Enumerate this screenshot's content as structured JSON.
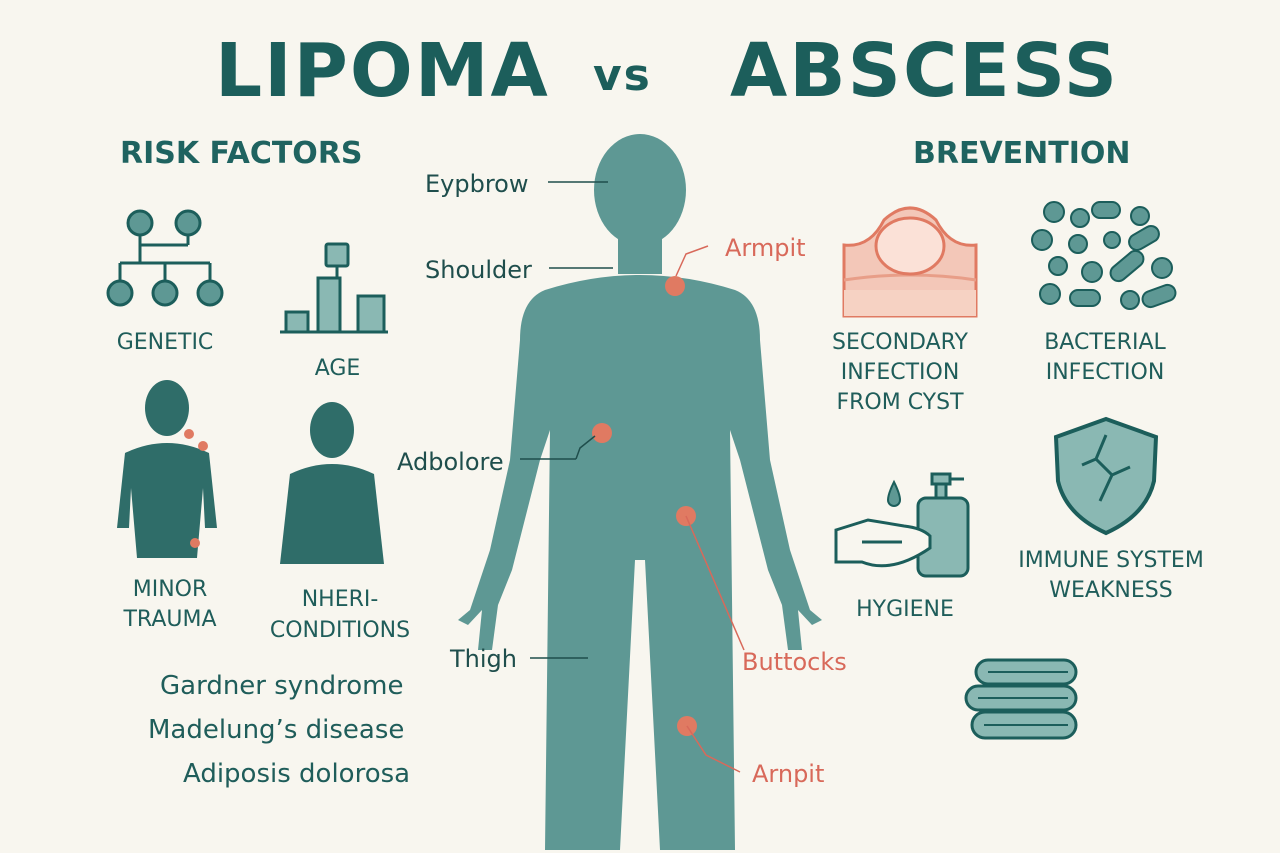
{
  "header": {
    "left": "LIPOMA",
    "vs": "vs",
    "right": "ABSCESS"
  },
  "risk_factors": {
    "title": "RISK FACTORS",
    "items": [
      "GENETIC",
      "AGE",
      "MINOR",
      "TRAUMA",
      "NHERI-",
      "CONDITIONS"
    ],
    "conditions": [
      "Gardner syndrome",
      "Madelung’s disease",
      "Adiposis dolorosa"
    ]
  },
  "body_labels": {
    "eyebrow": "Eypbrow",
    "shoulder": "Shoulder",
    "armpit_top": "Armpit",
    "abdolore": "Adbolore",
    "thigh": "Thigh",
    "buttocks": "Buttocks",
    "armpit_bottom": "Arnpit"
  },
  "prevention": {
    "title": "BREVENTION",
    "secondary": [
      "SECONDARY",
      "INFECTION",
      "FROM CYST"
    ],
    "bacterial": [
      "BACTERIAL",
      "INFECTION"
    ],
    "hygiene": "HYGIENE",
    "immune": [
      "IMMUNE SYSTEM",
      "WEAKNESS"
    ]
  },
  "colors": {
    "background": "#f8f6ef",
    "dark_teal": "#1c5e5b",
    "body_teal": "#5e9894",
    "accent_red": "#e07a62"
  }
}
